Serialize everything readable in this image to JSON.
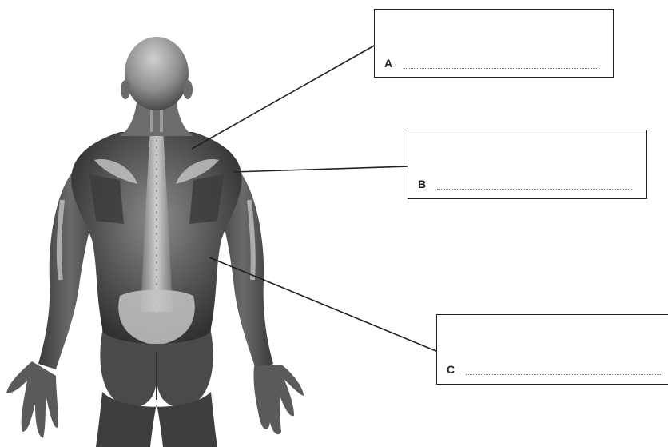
{
  "labels": {
    "a": {
      "letter": "A"
    },
    "b": {
      "letter": "B"
    },
    "c": {
      "letter": "C"
    }
  },
  "colors": {
    "body_dark": "#3a3a3a",
    "body_mid": "#5e5e5e",
    "body_light": "#bdbdbd",
    "line": "#222222",
    "box_border": "#222222"
  }
}
